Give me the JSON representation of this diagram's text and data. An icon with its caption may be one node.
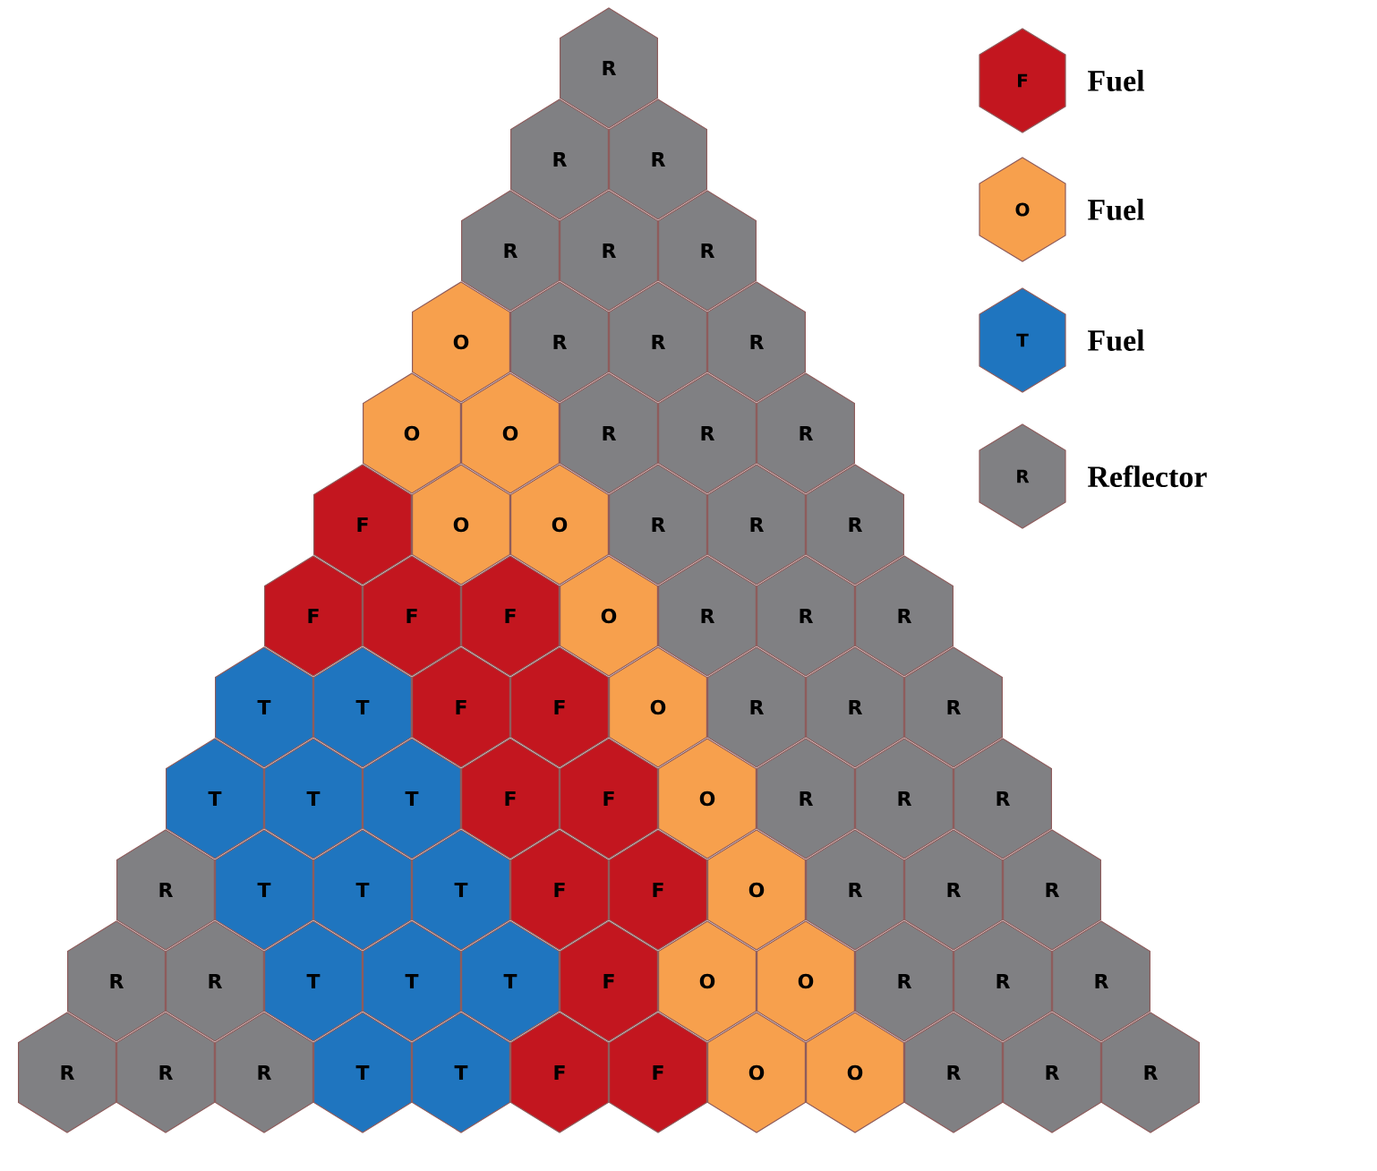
{
  "diagram": {
    "nodes": [
      {
        "text": [
          "R"
        ]
      },
      {
        "text": [
          "R"
        ]
      },
      {
        "text": [
          "R"
        ]
      },
      {
        "text": [
          "R"
        ]
      },
      {
        "text": [
          "R"
        ]
      },
      {
        "text": [
          "R"
        ]
      },
      {
        "text": [
          "O"
        ]
      },
      {
        "text": [
          "R"
        ]
      },
      {
        "text": [
          "R"
        ]
      },
      {
        "text": [
          "R"
        ]
      },
      {
        "text": [
          "O"
        ]
      },
      {
        "text": [
          "O"
        ]
      },
      {
        "text": [
          "R"
        ]
      },
      {
        "text": [
          "R"
        ]
      },
      {
        "text": [
          "R"
        ]
      },
      {
        "text": [
          "F"
        ]
      },
      {
        "text": [
          "O"
        ]
      },
      {
        "text": [
          "O"
        ]
      },
      {
        "text": [
          "R"
        ]
      },
      {
        "text": [
          "R"
        ]
      },
      {
        "text": [
          "R"
        ]
      },
      {
        "text": [
          "F"
        ]
      },
      {
        "text": [
          "F"
        ]
      },
      {
        "text": [
          "F"
        ]
      },
      {
        "text": [
          "O"
        ]
      },
      {
        "text": [
          "R"
        ]
      },
      {
        "text": [
          "R"
        ]
      },
      {
        "text": [
          "R"
        ]
      },
      {
        "text": [
          "T"
        ]
      },
      {
        "text": [
          "T"
        ]
      },
      {
        "text": [
          "F"
        ]
      },
      {
        "text": [
          "F"
        ]
      },
      {
        "text": [
          "O"
        ]
      },
      {
        "text": [
          "R"
        ]
      },
      {
        "text": [
          "R"
        ]
      },
      {
        "text": [
          "R"
        ]
      },
      {
        "text": [
          "T"
        ]
      },
      {
        "text": [
          "T"
        ]
      },
      {
        "text": [
          "T"
        ]
      },
      {
        "text": [
          "F"
        ]
      },
      {
        "text": [
          "F"
        ]
      },
      {
        "text": [
          "O"
        ]
      },
      {
        "text": [
          "R"
        ]
      },
      {
        "text": [
          "R"
        ]
      },
      {
        "text": [
          "R"
        ]
      },
      {
        "text": [
          "R"
        ]
      },
      {
        "text": [
          "T"
        ]
      },
      {
        "text": [
          "T"
        ]
      },
      {
        "text": [
          "T"
        ]
      },
      {
        "text": [
          "F"
        ]
      },
      {
        "text": [
          "F"
        ]
      },
      {
        "text": [
          "O"
        ]
      },
      {
        "text": [
          "R"
        ]
      },
      {
        "text": [
          "R"
        ]
      },
      {
        "text": [
          "R"
        ]
      },
      {
        "text": [
          "R"
        ]
      },
      {
        "text": [
          "R"
        ]
      },
      {
        "text": [
          "T"
        ]
      },
      {
        "text": [
          "T"
        ]
      },
      {
        "text": [
          "T"
        ]
      },
      {
        "text": [
          "F"
        ]
      },
      {
        "text": [
          "O"
        ]
      },
      {
        "text": [
          "O"
        ]
      },
      {
        "text": [
          "R"
        ]
      },
      {
        "text": [
          "R"
        ]
      },
      {
        "text": [
          "R"
        ]
      },
      {
        "text": [
          "R"
        ]
      },
      {
        "text": [
          "R"
        ]
      },
      {
        "text": [
          "R"
        ]
      },
      {
        "text": [
          "T"
        ]
      },
      {
        "text": [
          "T"
        ]
      },
      {
        "text": [
          "F"
        ]
      },
      {
        "text": [
          "F"
        ]
      },
      {
        "text": [
          "O"
        ]
      },
      {
        "text": [
          "O"
        ]
      },
      {
        "text": [
          "R"
        ]
      },
      {
        "text": [
          "R"
        ]
      },
      {
        "text": [
          "R"
        ]
      }
    ],
    "labels": [
      "F",
      "O",
      "T",
      "R"
    ],
    "legend": [
      {
        "text": "Fuel",
        "color": "#c3161f"
      },
      {
        "text": "Fuel",
        "color": "#f7a04d"
      },
      {
        "text": "Fuel",
        "color": "#1f75bf"
      },
      {
        "text": "Reflector",
        "color": "#808083"
      }
    ]
  }
}
